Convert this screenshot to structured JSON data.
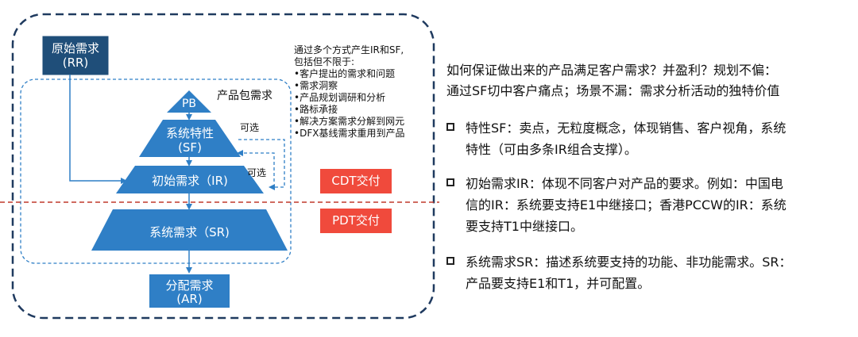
{
  "diagram": {
    "rr": {
      "line1": "原始需求",
      "line2": "(RR)"
    },
    "pb": "PB",
    "product_package": "产品包需求",
    "sf": {
      "line1": "系统特性",
      "line2": "(SF)"
    },
    "optional_1": "可选",
    "optional_2": "可选",
    "ir": "初始需求（IR)",
    "sr": "系统需求（SR)",
    "ar": {
      "line1": "分配需求",
      "line2": "(AR)"
    },
    "notes": [
      "通过多个方式产生IR和SF,",
      "包括但不限于:",
      "•客户提出的需求和问题",
      "•需求洞察",
      "•产品规划调研和分析",
      "•路标承接",
      "•解决方案需求分解到网元",
      "•DFX基线需求重用到产品"
    ],
    "cdt_badge": "CDT交付",
    "pdt_badge": "PDT交付"
  },
  "right_panel": {
    "intro_line1": "如何保证做出来的产品满足客户需求？并盈利？规划不偏：",
    "intro_line2": "通过SF切中客户痛点；场景不漏：需求分析活动的独特价值",
    "bullets": [
      {
        "line1": "特性SF：卖点，无粒度概念，体现销售、客户视角，系统",
        "line2": "特性（可由多条IR组合支撑）。"
      },
      {
        "line1": "初始需求IR：体现不同客户对产品的要求。例如：中国电",
        "line2": "信的IR：系统要支持E1中继接口；香港PCCW的IR：系统",
        "line3": "要支持T1中继接口。"
      },
      {
        "line1": "系统需求SR：描述系统要支持的功能、非功能需求。SR：",
        "line2": "产品要支持E1和T1，并可配置。"
      }
    ]
  },
  "colors": {
    "blue": "#2f7fc6",
    "navy": "#1f4e79",
    "red_badge": "#f04a3c",
    "red_line": "#c0392b"
  }
}
